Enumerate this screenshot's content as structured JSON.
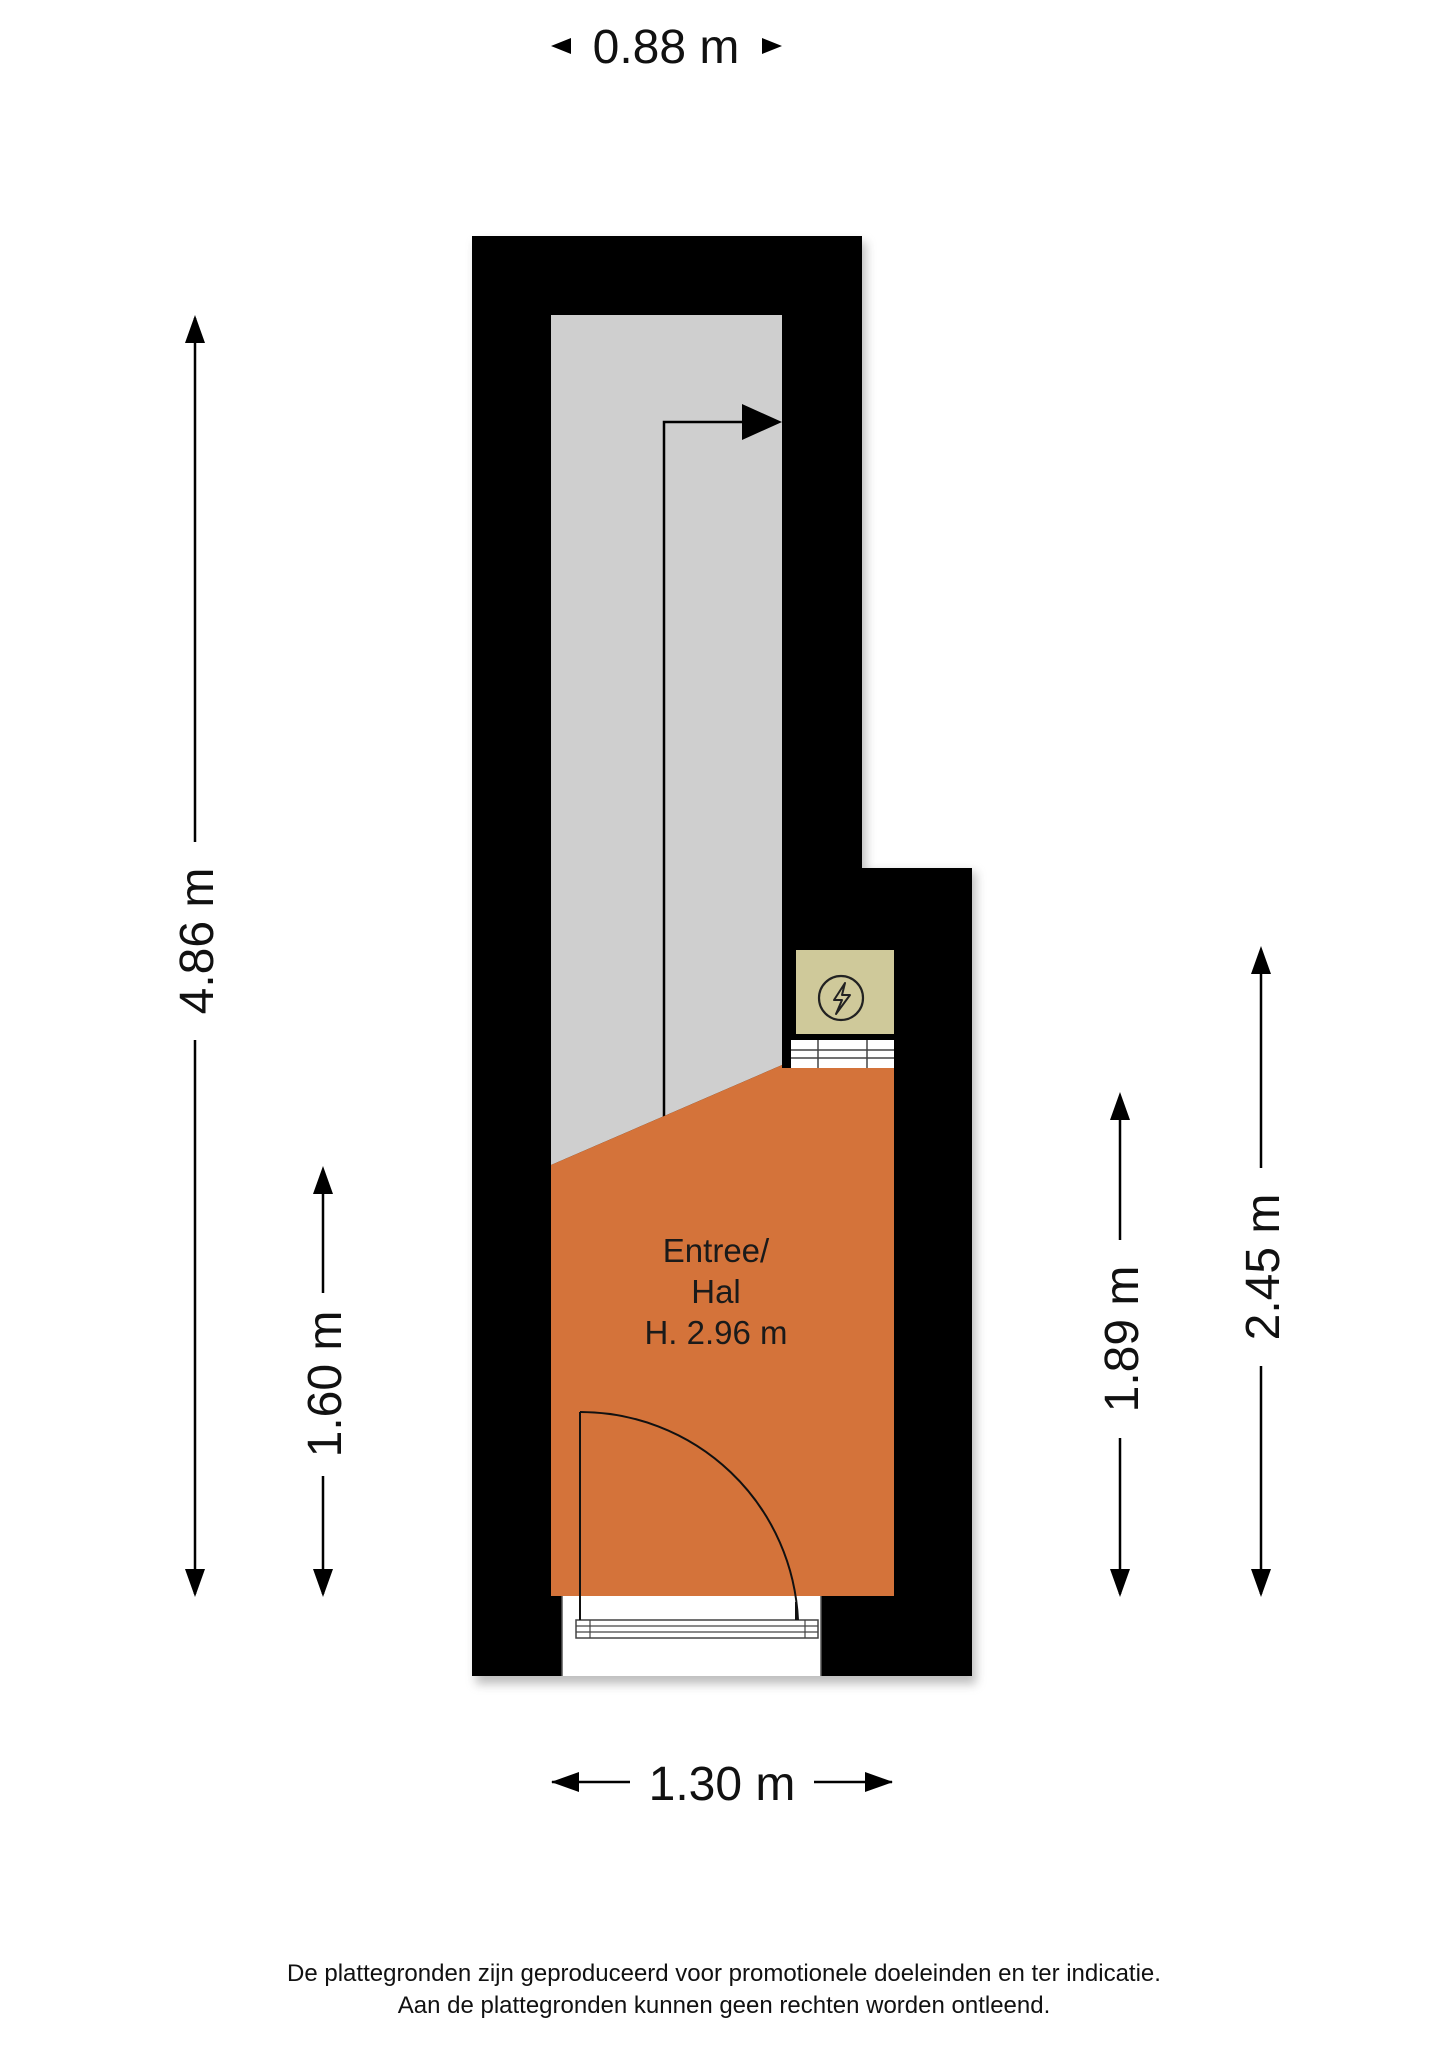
{
  "dimensions": {
    "top_width": "0.88 m",
    "bottom_width": "1.30 m",
    "left_total_height": "4.86 m",
    "left_inner_height": "1.60 m",
    "right_inner_height": "1.89 m",
    "right_outer_height": "2.45 m"
  },
  "room": {
    "name_line1": "Entree/",
    "name_line2": "Hal",
    "height_label": "H. 2.96 m"
  },
  "meter_cupboard_icon": "lightning-bolt-icon",
  "colors": {
    "wall": "#000000",
    "stair_area": "#cfcfcf",
    "hall_floor": "#d4733a",
    "meter_cupboard": "#cfc99a"
  },
  "disclaimer": {
    "line1": "De plattegronden zijn geproduceerd voor promotionele doeleinden en ter indicatie.",
    "line2": "Aan de plattegronden kunnen geen rechten worden ontleend."
  }
}
